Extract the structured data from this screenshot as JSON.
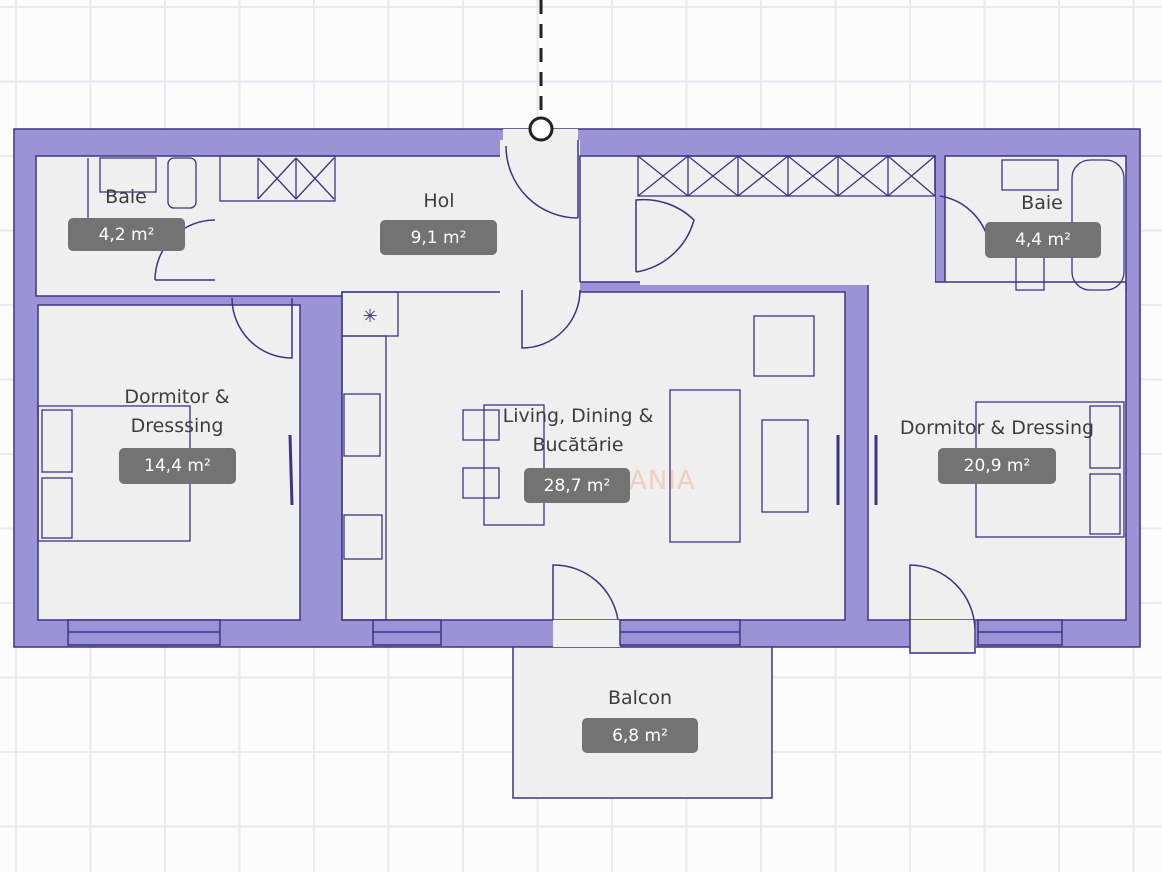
{
  "plan": {
    "colors": {
      "wall": "#9a94d6",
      "floor": "#efefef",
      "line": "#3b3585",
      "badge": "#737373"
    },
    "watermark": "ROMANIA",
    "rooms": [
      {
        "id": "baie-left",
        "name": "Baie",
        "area": "4,2 m²"
      },
      {
        "id": "hol",
        "name": "Hol",
        "area": "9,1 m²"
      },
      {
        "id": "baie-right",
        "name": "Baie",
        "area": "4,4 m²"
      },
      {
        "id": "dormitor-left",
        "name": "Dormitor & Dresssing",
        "area": "14,4 m²"
      },
      {
        "id": "living",
        "name": "Living, Dining & Bucătărie",
        "area": "28,7 m²"
      },
      {
        "id": "dormitor-right",
        "name": "Dormitor & Dressing",
        "area": "20,9 m²"
      },
      {
        "id": "balcon",
        "name": "Balcon",
        "area": "6,8 m²"
      }
    ]
  }
}
